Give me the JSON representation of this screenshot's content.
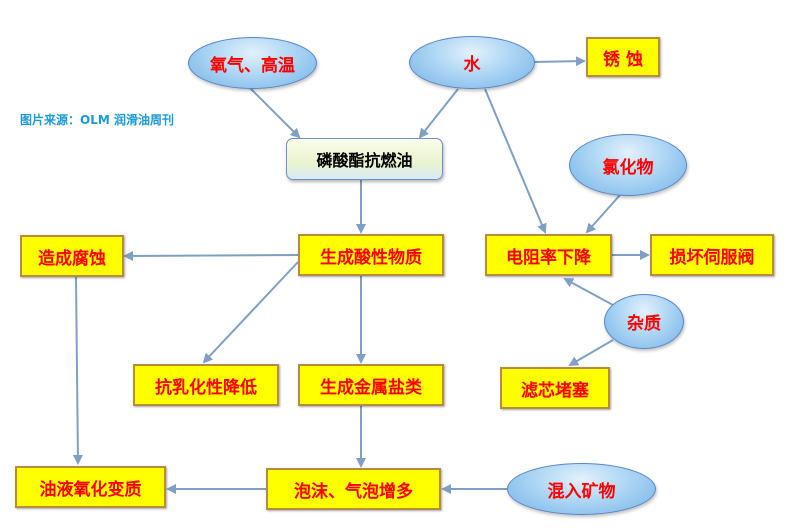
{
  "source_note": "图片来源：OLM 润滑油周刊",
  "nodes": {
    "oxygen_heat": "氧气、高温",
    "water": "水",
    "rust": "锈 蚀",
    "phosphate_oil": "磷酸酯抗燃油",
    "chloride": "氯化物",
    "corrosion": "造成腐蚀",
    "acidic": "生成酸性物质",
    "resistivity": "电阻率下降",
    "servo_damage": "损坏伺服阀",
    "impurity": "杂质",
    "anti_emulsion": "抗乳化性降低",
    "metal_salt": "生成金属盐类",
    "filter_clog": "滤芯堵塞",
    "oil_oxidation": "油液氧化变质",
    "foam": "泡沫、气泡增多",
    "minerals": "混入矿物"
  },
  "colors": {
    "box_fill": "#ffff00",
    "box_border": "#b78d3a",
    "label_text": "#ff0000",
    "arrow": "#7f9fc5",
    "source_text": "#1c9ad6"
  }
}
